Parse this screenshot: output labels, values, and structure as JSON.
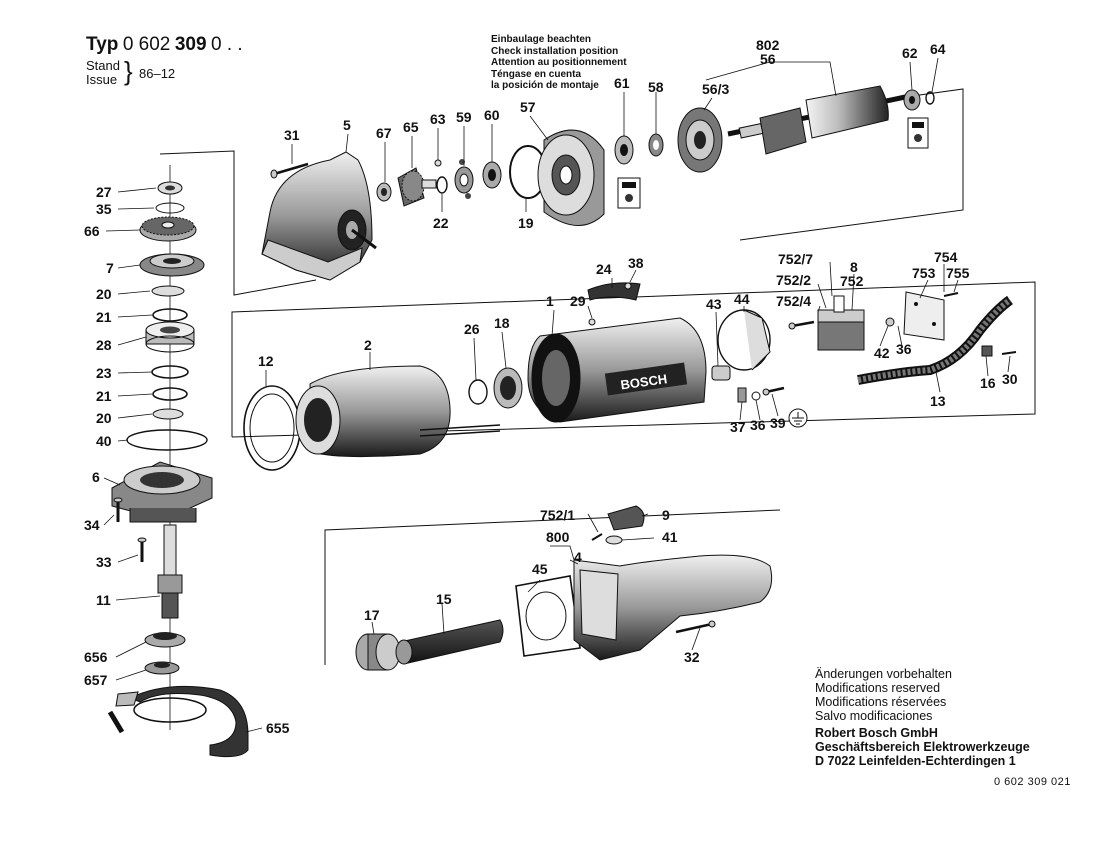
{
  "header": {
    "typ_label": "Typ",
    "typ_number_prefix": "0 602",
    "typ_number_bold": "309",
    "typ_number_suffix": "0 . .",
    "stand_label": "Stand",
    "issue_label": "Issue",
    "date": "86–12"
  },
  "install_note": [
    "Einbaulage beachten",
    "Check installation position",
    "Attention au positionnement",
    "Téngase en cuenta",
    "la posición de montaje"
  ],
  "footer": {
    "modifications": [
      "Änderungen vorbehalten",
      "Modifications reserved",
      "Modifications réservées",
      "Salvo modificaciones"
    ],
    "company": [
      "Robert Bosch GmbH",
      "Geschäftsbereich Elektrowerkzeuge",
      "D 7022 Leinfelden-Echterdingen 1"
    ],
    "doc_number": "0 602 309 021"
  },
  "brand_text": "BOSCH",
  "callouts": [
    "27",
    "35",
    "66",
    "7",
    "20",
    "21",
    "28",
    "23",
    "21",
    "20",
    "40",
    "6",
    "34",
    "33",
    "11",
    "656",
    "657",
    "655",
    "31",
    "5",
    "67",
    "65",
    "63",
    "59",
    "60",
    "57",
    "61",
    "58",
    "22",
    "19",
    "802",
    "56",
    "56/3",
    "62",
    "64",
    "12",
    "2",
    "26",
    "18",
    "1",
    "29",
    "24",
    "38",
    "43",
    "44",
    "752/7",
    "752/2",
    "752/4",
    "8",
    "752",
    "754",
    "753",
    "755",
    "42",
    "36",
    "16",
    "30",
    "13",
    "37",
    "36",
    "39",
    "752/1",
    "9",
    "800",
    "4",
    "41",
    "45",
    "17",
    "15",
    "32"
  ]
}
